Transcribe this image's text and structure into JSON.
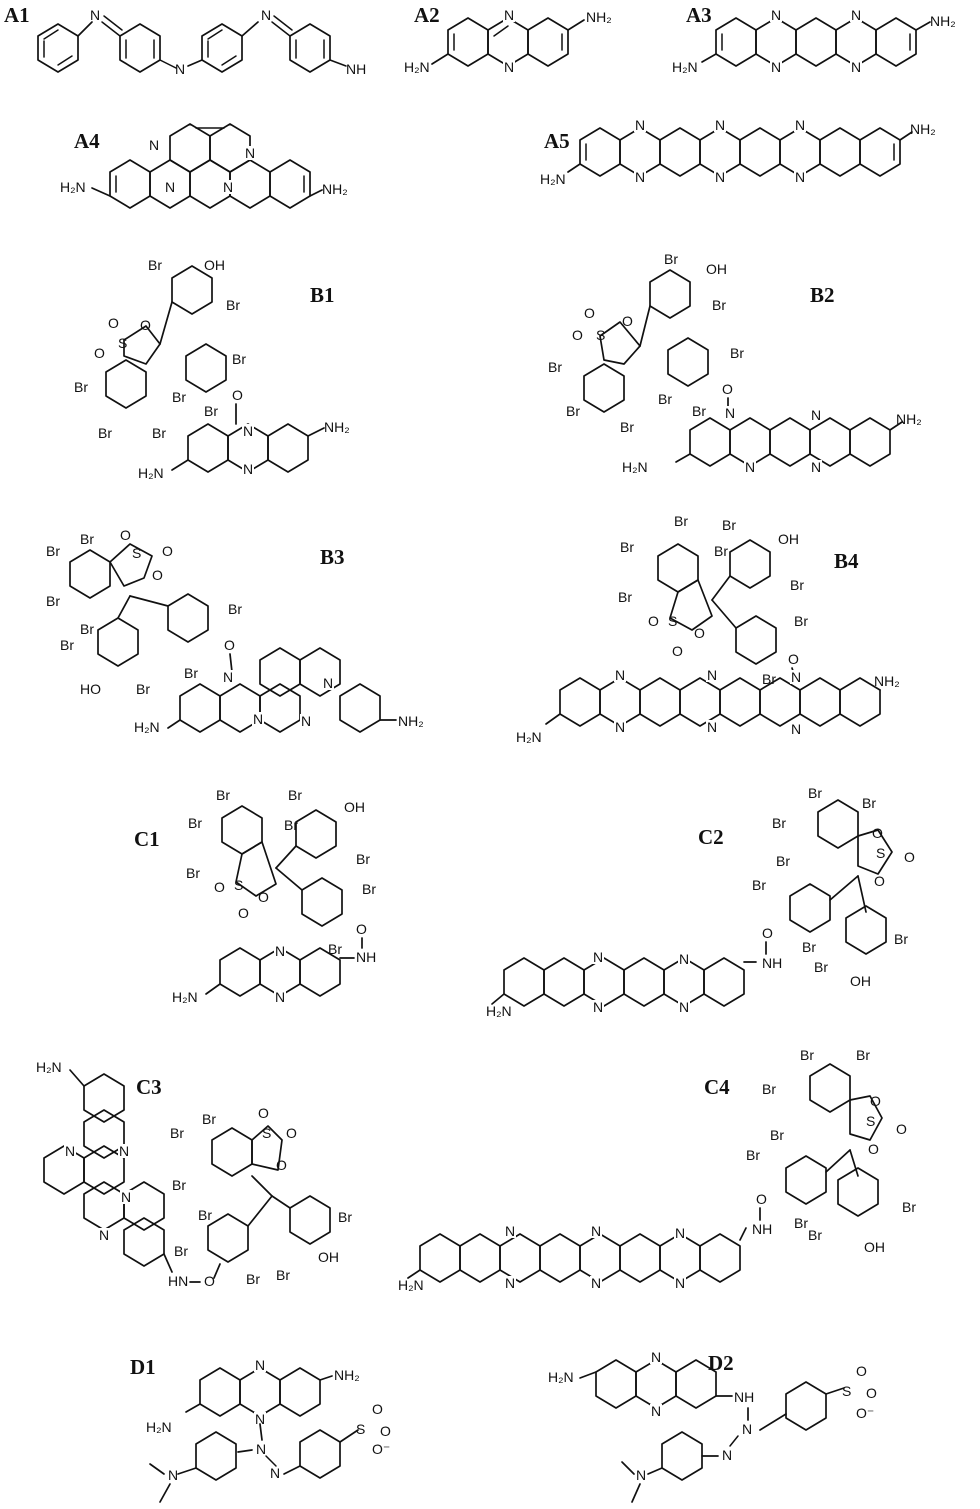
{
  "figure": {
    "panels": [
      {
        "id": "A1",
        "label": "A1"
      },
      {
        "id": "A2",
        "label": "A2"
      },
      {
        "id": "A3",
        "label": "A3"
      },
      {
        "id": "A4",
        "label": "A4"
      },
      {
        "id": "A5",
        "label": "A5"
      },
      {
        "id": "B1",
        "label": "B1"
      },
      {
        "id": "B2",
        "label": "B2"
      },
      {
        "id": "B3",
        "label": "B3"
      },
      {
        "id": "B4",
        "label": "B4"
      },
      {
        "id": "C1",
        "label": "C1"
      },
      {
        "id": "C2",
        "label": "C2"
      },
      {
        "id": "C3",
        "label": "C3"
      },
      {
        "id": "C4",
        "label": "C4"
      },
      {
        "id": "D1",
        "label": "D1"
      },
      {
        "id": "D2",
        "label": "D2"
      }
    ],
    "atoms": {
      "nh2_right": "NH₂",
      "h2n_left": "H₂N",
      "imine": "NH",
      "n": "N",
      "br": "Br",
      "oh": "OH",
      "ho": "HO",
      "o": "O",
      "s": "S",
      "nh": "NH",
      "hn": "HN",
      "nn": "N",
      "so3_o": "O",
      "so3_ominus": "O⁻"
    }
  }
}
